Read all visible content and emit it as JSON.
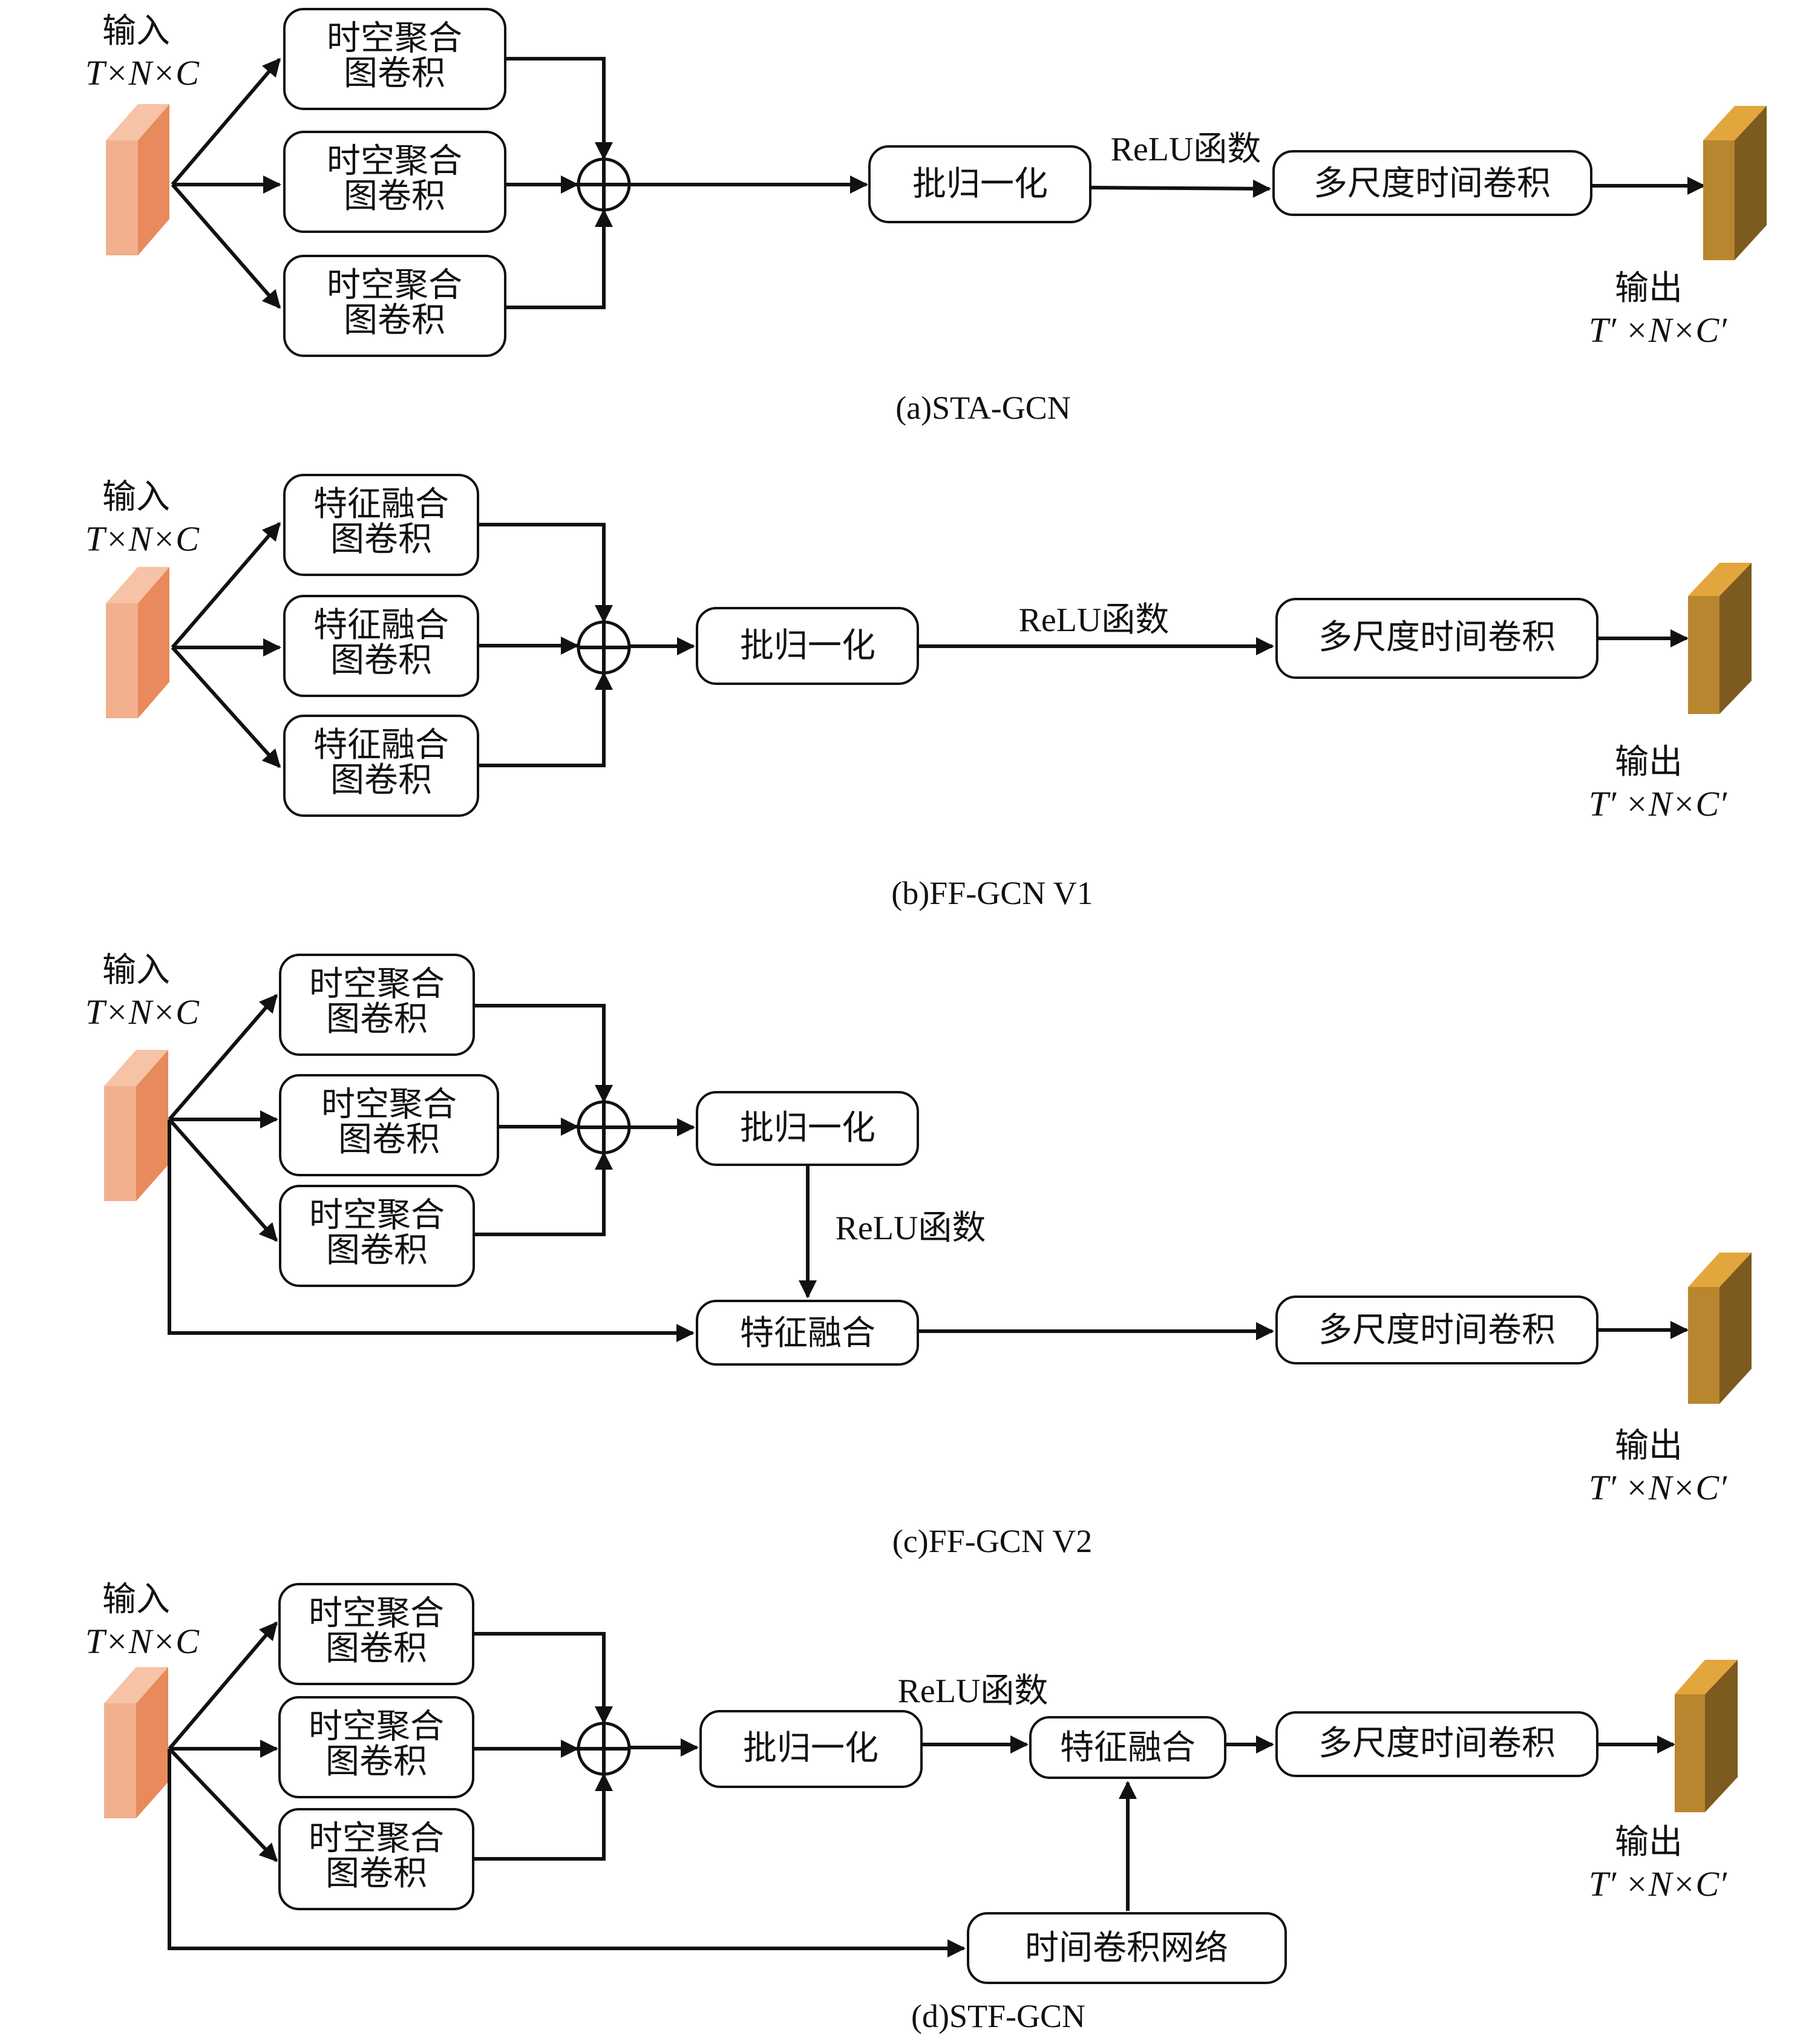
{
  "labels": {
    "input": "输入",
    "input_dims": "T×N×C",
    "output": "输出",
    "output_dims": "T′ ×N×C′",
    "relu": "ReLU函数",
    "batch_norm": "批归一化",
    "multi_scale_tconv": "多尺度时间卷积",
    "feature_fusion": "特征融合",
    "temporal_conv_net": "时间卷积网络",
    "sta_gcn_block_line1": "时空聚合",
    "sta_gcn_block_line2": "图卷积",
    "ff_gcn_block_line1": "特征融合",
    "ff_gcn_block_line2": "图卷积"
  },
  "captions": {
    "a": "(a)STA-GCN",
    "b": "(b)FF-GCN V1",
    "c": "(c)FF-GCN V2",
    "d": "(d)STF-GCN"
  },
  "colors": {
    "input_front": "#F2B08F",
    "input_side": "#E98A5C",
    "input_top": "#F6C3A6",
    "output_front": "#B8862E",
    "output_side": "#7D5A1E",
    "output_top": "#E3A63C"
  }
}
